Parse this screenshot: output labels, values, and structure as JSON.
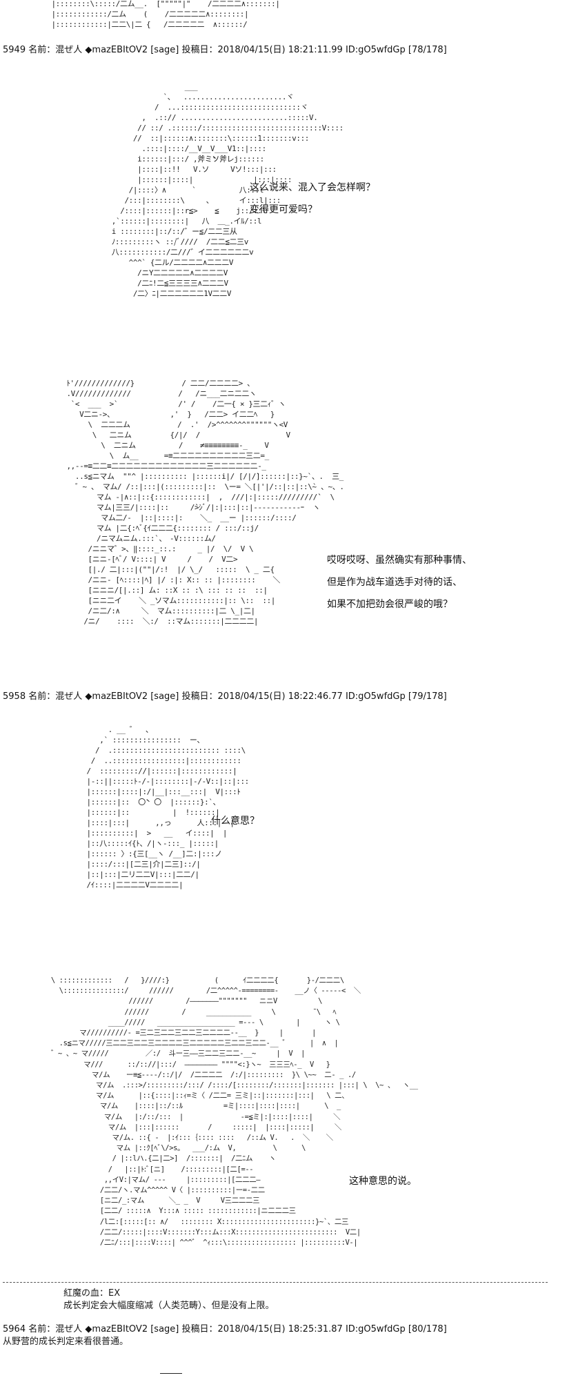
{
  "art": {
    "top_fragment": "  |::::::::\\:::::/二ム__.  [\"\"\"\"\"|\"    /二二二二∧:::::::|\n  |::::::::::::/二ム    (    /二二二二二∧::::::::|\n  |::::::::::::|二二\\|二 {   /二二二二二  ∧::::::/",
    "girl_hat": "                         ___\n                    `、  ........................ヾ\n                  /  ...::::::::::::::::::::::::::::ヾ\n               ,  .::// .........................:::::V.\n              // ::/ .::::::/::::::::::::::::::::::::::::V::::\n             //  ::|::::::∧::::::::\\::::::1:::::::v:::\n               .::::|::::/__V__V___V1::|::::\n              i::::::|:::/ ,斧ミ̀ソ斧レj::::::\n              |::::|::!!   V.ソ     Vソ!:::|:::\n              |::::::|::::|              |:::|::::\n            /|::::〉∧      `          八:::l\n           /:::|::::::::\\     、      イ:::l|:::\n          /::::|::::::|::r≦>    ≦    j::/::l\n        ,`::::::|::::::::|   八  ＿_.イﾙ/::l\n        i ::::::::|::/::/゛ー≦/二二三从\n        ﾉ:::::::::ヽ ::/ﾞ////  /二二≦二三v\n        八:::::::::::/二///゛イ二二二二二二v\n            ^^^` {二ル/二二二二∧二二二V\n              /ニY二二二二二∧二二二二V\n              /二ﾆ!二≦三三三三∧二二二V\n             /二〉ﾆ|二二二二二二1V二二V",
    "sailor": "  ﾄ'/////////////}           / 二二/二二二二> 、\n  .V/////////////           /   /ニ___二ニ二二ヽ\n   `<  ___  >`              /' /    /二一{ × }三二ｨ゛ヽ\n     V二ニ->、             ,'  }   /二二> イ二二ﾍ   }\n       \\  二二二ム           /  .'  />^^^^^^^\"\"\"\"\"\"ヽ<V\n        \\   二ニム         {/|/  /                    V\n          \\  二ニム          /    ≠≡≡≡≡≡≡≡≡-_    V\n            \\  ム__      =≡二二二二二二二二二二三二=_\n  ,,--=≡二二≡二二二二二二二二二二二二二三二二二二二二-_\n    ..s≦ニマム  \"\"^ |:::::::::: |::::::i|/ [/|/̀]::::::|::}~`、.  三_\n    ゛~ 、 マム/ /::|:::|(:::::::::|::  \\ー= ＼[|'|/::|::|::\\̀~ 、~、.\n         マム -|∧::|::{::::::::::::|  ,  ///|:|::::://///////̀̀   \\\n         マム|三三/|::::|::     /̀̀>ｼﾞ/|:|:::|::|-----------ｰ  ヽ\n          マム二/-  |::|::::|:    ＼_  __ー |::::::/::::/\n         マム |二{:ﾍﾞ{ｲ二二二{:::::::: / :::/::j/\n         /ニマムニム.:::`、　‐V::::::ム/\n       /ニニマ゛>、‖::::_::.:     _ |/  \\/  V \\\n       [ニニ-[ﾍﾞ/ V::::| V     /    /  V二>\n       [|./ 二|:::|(\"\"|/:!  |/ \\_/   :::::  \\ _ 二{\n       /ニニ- [ﾍ::::|ﾍ] |/ :|: X:: :: |::::::::    ＼\n       [ニニニ/[|.::] ム: ::X :: :\\ ::: :: ::  ::|\n       [ニニ二イ    ＼ _ソマム:::::::::::|:: \\::  ::|\n       /ニ二/:∧     ＼  マム::::::::::|二 \\_|二|\n      /ニ/    ::::  ＼:/  ::マム:::::::|二二二二|",
    "girl_mid": "            . __ ゛  、\n          ,` ::::::::::::::::  ー、\n         /  .::::::::::::::::::::::::: ::::\\\n        /  ..:::::::::::::::::|::::::::::::\n       /  ::::::::://|::::::|::::::::::::|\n       |-::||:::::ﾄ-/-|::::::::|-/-V::|::|:::\n       |::::::|::::|:/|__|:::__:::|  V|:::ﾄ\n       |::::::|::  〇̀̀  〇  |::::::}:`、\n       |::::::|::          |  !::::::|\n       |::::|:::|      ,,っ      人:::|  |\n       |::::::::::|  >   __   イ::::|  |\n       |::八:::::ｲ{ﾄ、/|ヽ-:::_ |:::::|\n       |:::::: 〉:{三[__ヽ /__]二:|:::ノ\n       |::::/:::|[二三|介|二三]::/|\n       |::|:::|二リ二二V|:::|二二/|\n       /ｲ::::|二二二二V二二二二|",
    "bottom": "  \\ :::::::::::::   /   }////:}           (      ｲ二二二二{       }-/二二二\\\n    \\:::::::::::::::/     //////        /二^^^^^‐========-    __ノ〈 -----<  ＼\n                     //////        /―――――――\"\"\"\"\"\"\"   ニニV          \\\n                    //////        /     ___________     \\         ̄ \\   ﾍ\n                ____/////   ___________________ =--- \\        |      ヽ \\\n         マ//////////- =三二三二二三二二三二二二二--__  }     |       |\n    .s≦ニマ/////三二二三二二三二二二二三二二二二二三二二三二二-__ ゛     |  ∧  |\n  ゛~ 、~ マ/////         ／:/  斗ー三――三二二三二二-__~     |  V  |\n          マ///      ::/:://|:::/  ―――――――― \"\"\"\"<:}ヽ~  三三三ﾍ-_  V   }\n            マ/ム    ー≡≦----/::/|/  /二二二二  /:/|:::::::::  }\\ \\~~  二- _ ./\n             マ/ム  .:::>/:::::::::/:::/ /::::/[::::::::/:::::::|::::::: |:::| \\  \\~ 、  ヽ__\n             マ/ム      |::{::::|::ｨ=ミ〈 /二二= 三ミ|::|:::::::|:::|   \\ 二、\n              マ/ム    |::::|::/::ﾙ          =ミ|::::|::::|::::|      \\  _\n               マ/ム   |:/::/:::  |              ‐=≦ミ|:|::::|::::|     ＼\n                マ/ム  |:::|::::::       /     :::::|  |::::|:::::|     ＼\n                 マ/ム. ::{ -  |:ｲ:::｛:::: ::::   /::ム V.   .  ＼    ＼\n                  マム |::ｸ[ﾍﾞ\\/>s。  ___/:ム  V,         \\      \\\n                 / |::lハ.{二|二>]  /:::::::|  /二ﾆム    ヽ\n                /   |::|ﾄ:ﾞ[ニ]    /:::::::::|[二[=--\n               ,,イV:|マム/ ---     |:::::::::|[二二二―\n              /二二/ヽ.マム^^^^^ V〈 |::::::::::|ー=-二二\n              [ニ二/_:マム      ＼_ _  V     V三二二二三\n              [二二/ :::::∧  Y:::∧ ::::: ::::::::::::|ニ二二二三\n              /l二:[:::::[:: ∧/   :::::::: X:::::::::::::::::::::::}~`、二三\n              /二二/:::::|::::V:::::::Y:::ム:::X:::::::::::::::::::::::::  V二|\n              /二ﾆ/:::|::::V::::| ^^^゛ ^ｨ:::\\::::::::::::::::: |::::::::::V-|"
  },
  "posts": [
    {
      "id": "post-78",
      "number": "5949",
      "name_label": "名前：",
      "name": "混ぜ人",
      "trip": "◆mazEBItOV2",
      "mail": "[sage]",
      "date_label": "投稿日：",
      "date": "2018/04/15(日)",
      "time": "18:21:11.99",
      "user_id": "ID:gO5wfdGp",
      "count": "[78/178]"
    },
    {
      "id": "post-79",
      "number": "5958",
      "name_label": "名前：",
      "name": "混ぜ人",
      "trip": "◆mazEBItOV2",
      "mail": "[sage]",
      "date_label": "投稿日：",
      "date": "2018/04/15(日)",
      "time": "18:22:46.77",
      "user_id": "ID:gO5wfdGp",
      "count": "[79/178]"
    },
    {
      "id": "post-80",
      "number": "5964",
      "name_label": "名前：",
      "name": "混ぜ人",
      "trip": "◆mazEBItOV2",
      "mail": "[sage]",
      "date_label": "投稿日：",
      "date": "2018/04/15(日)",
      "time": "18:25:31.87",
      "user_id": "ID:gO5wfdGp",
      "count": "[80/178]"
    }
  ],
  "dialogue": {
    "d1": [
      "这么说来、混入了会怎样啊？",
      "变得更可爱吗？"
    ],
    "d2": [
      "哎呀哎呀、虽然确实有那种事情、",
      "但是作为战车道选手对待的话、",
      "如果不加把劲会很严峻的哦？"
    ],
    "d3": [
      "什么意思？"
    ],
    "d4": [
      "这种意思的说。"
    ]
  },
  "status": {
    "line1": "紅魔の血：EX",
    "line2": "成长判定会大幅度缩减（人类范畴）、但是没有上限。"
  },
  "post80_body": "从野营的成长判定来看很普通。"
}
